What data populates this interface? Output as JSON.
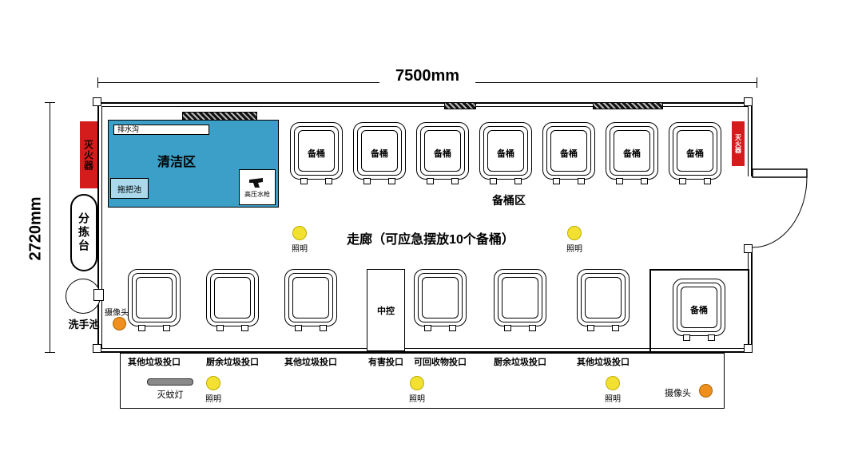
{
  "dimensions": {
    "width": "7500mm",
    "height": "2720mm"
  },
  "areas": {
    "cleaning": {
      "label": "清洁区",
      "drain": "排水沟",
      "mop_pool": "拖把池",
      "water_gun": "高压水枪"
    },
    "spare_bins": {
      "label": "备桶区",
      "bin_label": "备桶",
      "count": 7
    },
    "corridor": {
      "label": "走廊（可应急摆放10个备桶）"
    },
    "spare_bin_room": {
      "bin_label": "备桶"
    },
    "central_control": {
      "label": "中控"
    }
  },
  "equipment": {
    "fire_extinguisher_left": "灭火器",
    "fire_extinguisher_right": "灭火器",
    "sorting_table": "分拣台",
    "hand_sink": "洗手池",
    "camera": "摄像头",
    "lighting": "照明",
    "mosquito_lamp": "灭蚊灯"
  },
  "inlets": [
    "其他垃圾投口",
    "厨余垃圾投口",
    "其他垃圾投口",
    "有害投口",
    "可回收物投口",
    "厨余垃圾投口",
    "其他垃圾投口"
  ],
  "colors": {
    "cleaning_area": "#3b9fc7",
    "mop_pool": "#aad9ec",
    "fire_red": "#d41c1c",
    "light_yellow": "#f2e130",
    "camera_orange": "#ef8f1e"
  }
}
